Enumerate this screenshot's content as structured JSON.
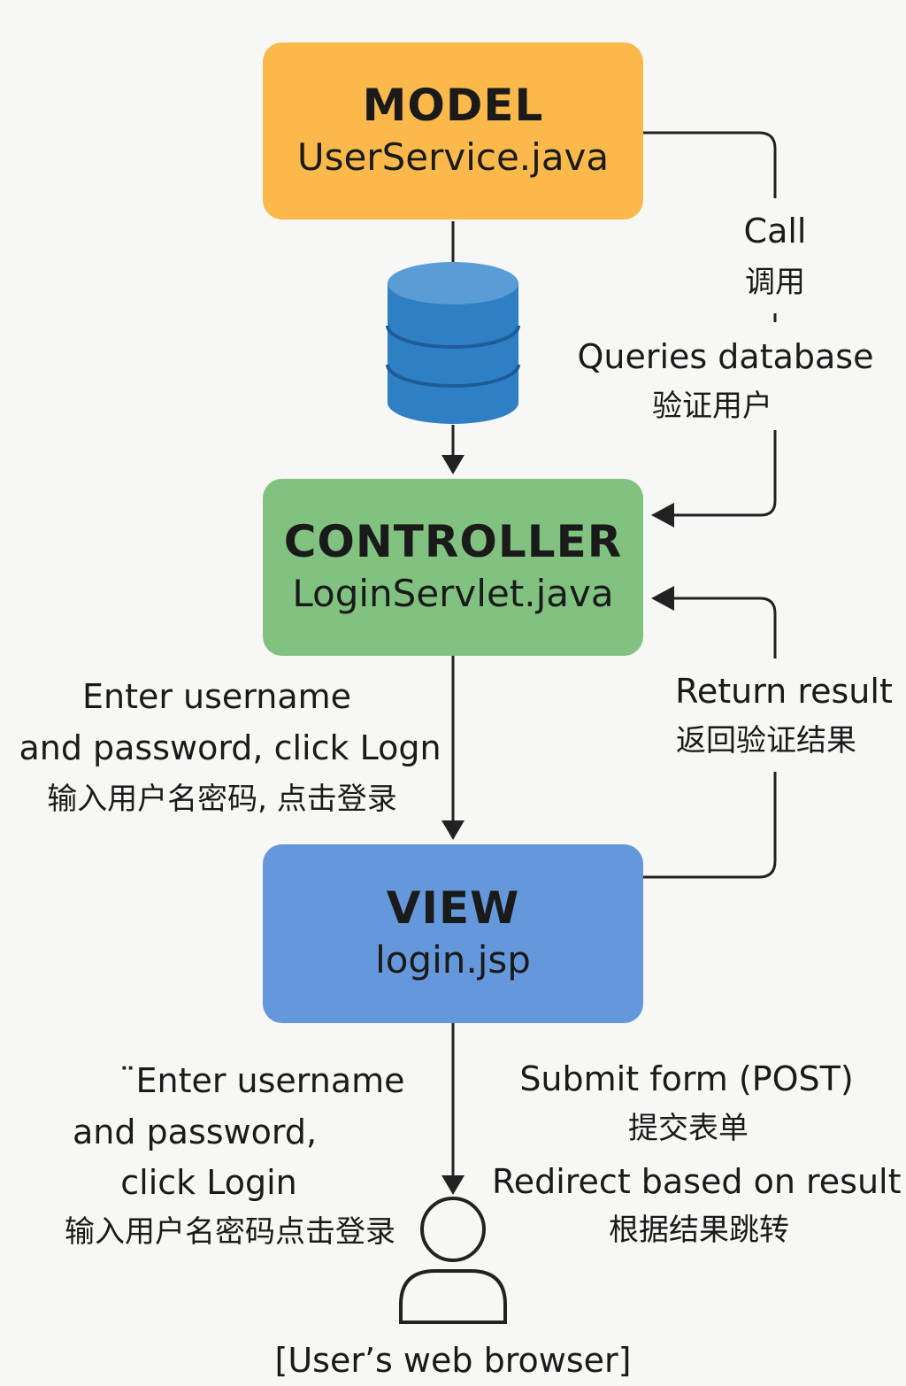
{
  "model": {
    "title": "MODEL",
    "file": "UserService.java"
  },
  "controller": {
    "title": "CONTROLLER",
    "file": "LoginServlet.java"
  },
  "view": {
    "title": "VIEW",
    "file": "login.jsp"
  },
  "user_icon": "user-icon",
  "database_icon": "database-icon",
  "edge_labels": {
    "call_en": "Call",
    "call_cn": "调用",
    "queries_en": "Queries database",
    "queries_cn": "验证用户",
    "return_en": "Return result",
    "return_cn": "返回验证结果",
    "enter1_en_line1": "Enter username",
    "enter1_en_line2": "and password, click Logn",
    "enter1_cn": "输入用户名密码, 点击登录",
    "enter2_en_line1": "¨Enter username",
    "enter2_en_line2": "and password,",
    "enter2_en_line3": "click Login",
    "enter2_cn": "输入用户名密码点击登录",
    "submit_en": "Submit form (POST)",
    "submit_cn": "提交表单",
    "redirect_en": "Redirect based on result",
    "redirect_cn": "根据结果跳转"
  },
  "footer": {
    "text": "[User’s web browser]"
  },
  "colors": {
    "model": "#fbb94b",
    "controller": "#82c281",
    "view": "#6598da",
    "database": "#2f7fc4",
    "line": "#222222"
  }
}
